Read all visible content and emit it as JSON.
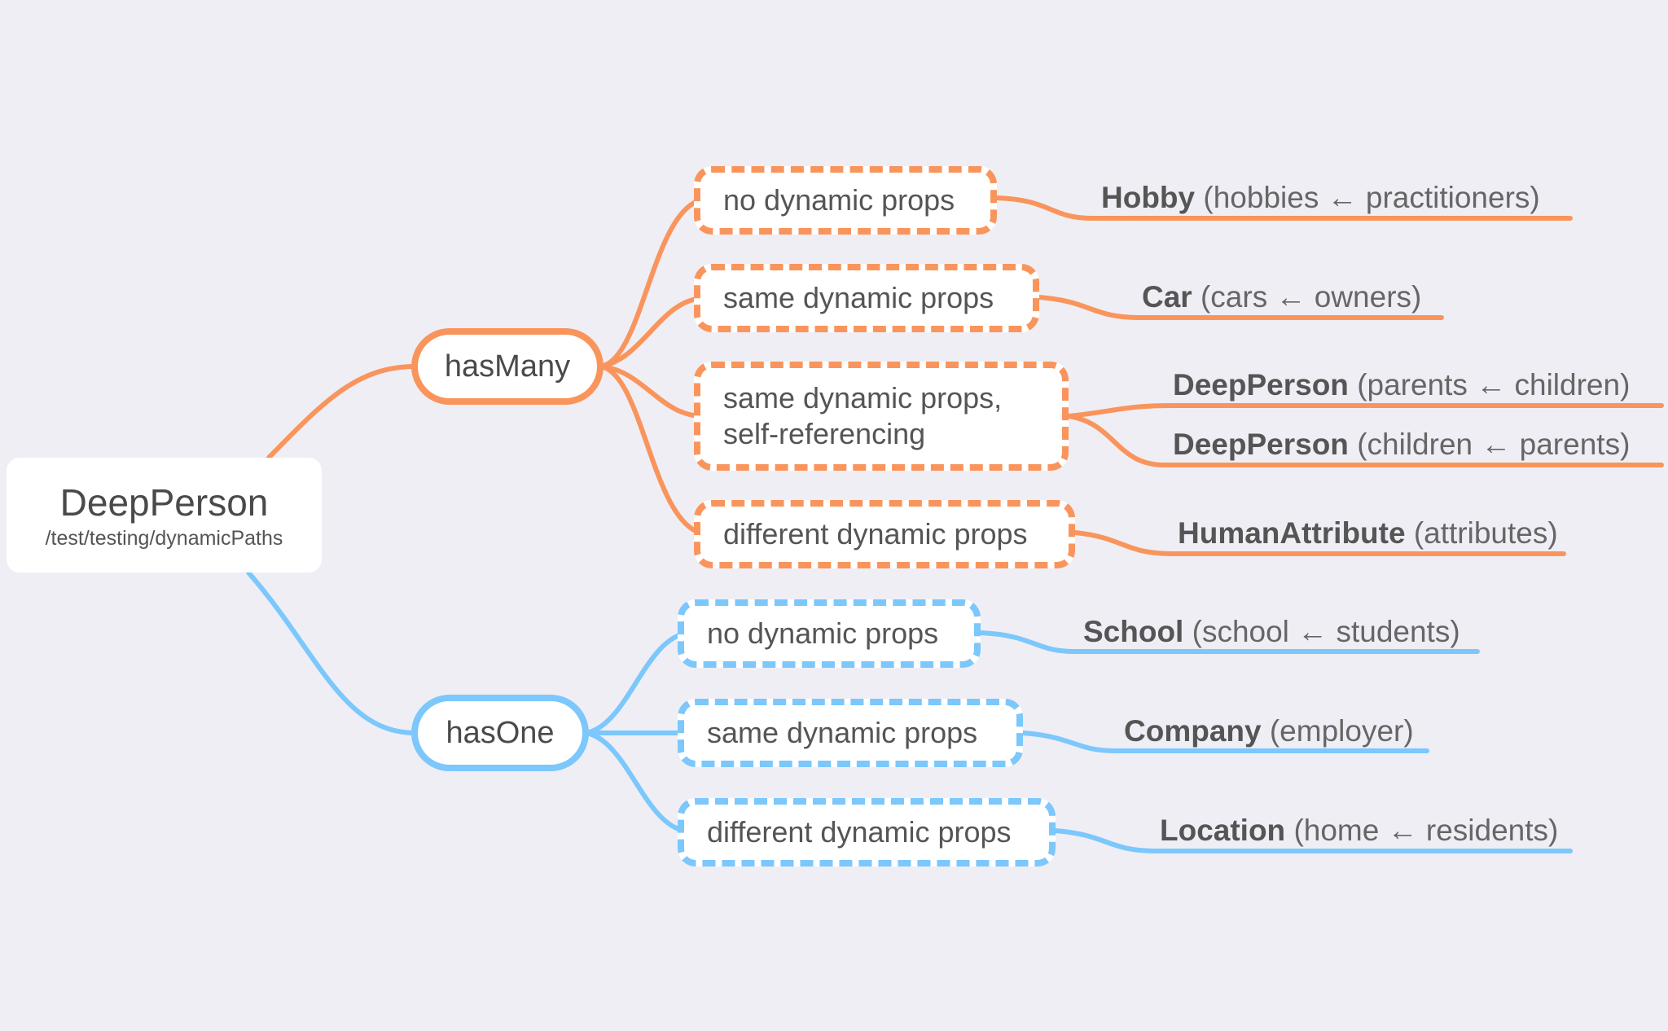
{
  "root": {
    "title": "DeepPerson",
    "subtitle": "/test/testing/dynamicPaths"
  },
  "colors": {
    "hasMany": "#f9955c",
    "hasOne": "#7cc7fb",
    "background": "#efeef5"
  },
  "hasMany": {
    "label": "hasMany",
    "branches": [
      {
        "label": "no dynamic props",
        "targets": [
          {
            "name": "Hobby",
            "detail": "(hobbies ← practitioners)"
          }
        ]
      },
      {
        "label": "same dynamic props",
        "targets": [
          {
            "name": "Car",
            "detail": "(cars ← owners)"
          }
        ]
      },
      {
        "label_line1": "same dynamic props,",
        "label_line2": "self-referencing",
        "targets": [
          {
            "name": "DeepPerson",
            "detail": "(parents ← children)"
          },
          {
            "name": "DeepPerson",
            "detail": "(children ← parents)"
          }
        ]
      },
      {
        "label": "different dynamic props",
        "targets": [
          {
            "name": "HumanAttribute",
            "detail": "(attributes)"
          }
        ]
      }
    ]
  },
  "hasOne": {
    "label": "hasOne",
    "branches": [
      {
        "label": "no dynamic props",
        "targets": [
          {
            "name": "School",
            "detail": "(school ← students)"
          }
        ]
      },
      {
        "label": "same dynamic props",
        "targets": [
          {
            "name": "Company",
            "detail": "(employer)"
          }
        ]
      },
      {
        "label": "different dynamic props",
        "targets": [
          {
            "name": "Location",
            "detail": "(home ← residents)"
          }
        ]
      }
    ]
  }
}
